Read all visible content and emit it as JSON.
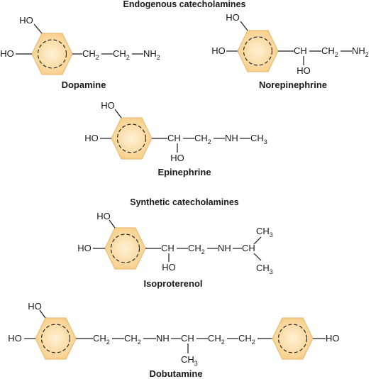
{
  "headings": {
    "endogenous": "Endogenous catecholamines",
    "synthetic": "Synthetic catecholamines"
  },
  "molecules": {
    "dopamine": {
      "name": "Dopamine"
    },
    "norepinephrine": {
      "name": "Norepinephrine"
    },
    "epinephrine": {
      "name": "Epinephrine"
    },
    "isoproterenol": {
      "name": "Isoproterenol"
    },
    "dobutamine": {
      "name": "Dobutamine"
    }
  },
  "labels": {
    "ho": "HO",
    "ch": "CH",
    "ch2": "CH",
    "nh2": "NH",
    "nh": "NH",
    "ch3": "CH",
    "sub2": "2",
    "sub3": "3"
  },
  "colors": {
    "ring_fill_center": "#fff2d6",
    "ring_fill_edge": "#f7cd86",
    "ring_stroke": "#e8be7a",
    "text": "#1a1a1a"
  }
}
